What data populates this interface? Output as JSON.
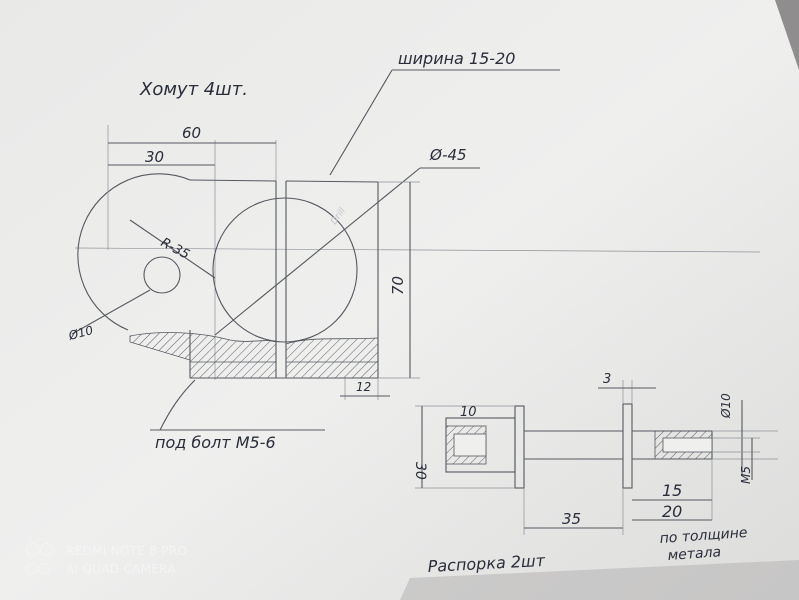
{
  "labels": {
    "title_clamp": "Хомут 4шт.",
    "width_note": "ширина 15-20",
    "dim_60": "60",
    "dim_30": "30",
    "dim_d45": "Ø-45",
    "dim_r35": "R-35",
    "dim_70": "70",
    "dim_d10_left": "Ø10",
    "dim_12": "12",
    "bolt_note": "под болт М5-6",
    "dim_3": "3",
    "dim_10": "10",
    "dim_30_spacer": "30",
    "dim_d10_right": "Ø10",
    "dim_m5": "M5",
    "dim_15": "15",
    "dim_20": "20",
    "dim_35": "35",
    "thickness_note_1": "по толщине",
    "thickness_note_2": "метала",
    "title_spacer": "Распорка 2шт",
    "faint_mark": "Drill"
  },
  "watermark": {
    "line1": "REDMI NOTE 8 PRO",
    "line2": "AI QUAD CAMERA"
  },
  "colors": {
    "paper": "#efefee",
    "ink": "#2a2d3a",
    "pencil": "#55595f",
    "background": "#8f8d8e"
  }
}
